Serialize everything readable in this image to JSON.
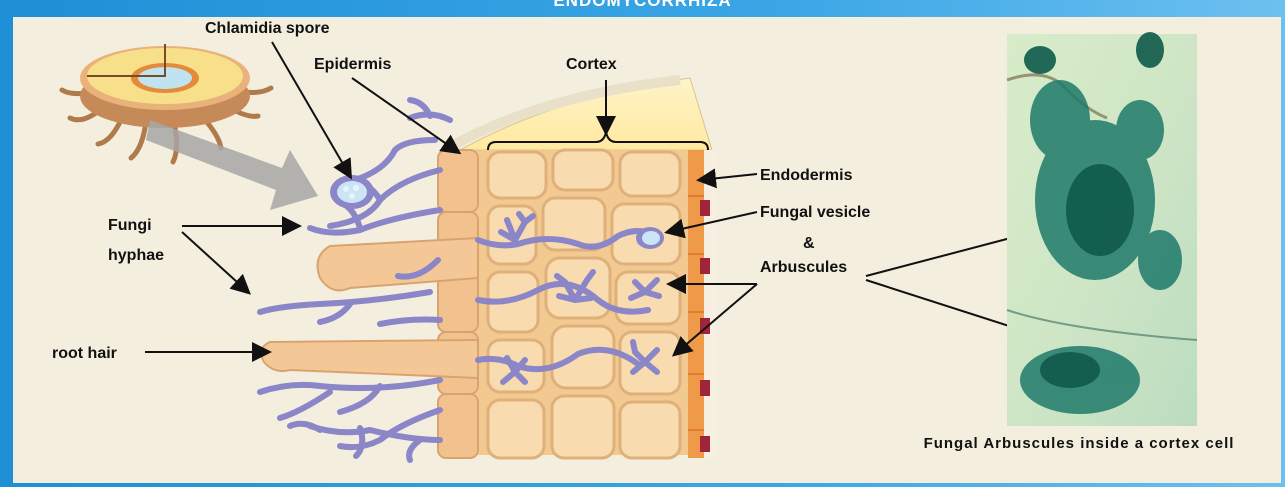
{
  "title": "ENDOMYCORRHIZA",
  "labels": {
    "chlamidia_spore": "Chlamidia spore",
    "epidermis": "Epidermis",
    "cortex": "Cortex",
    "endodermis": "Endodermis",
    "fungi_line1": "Fungi",
    "fungi_line2": "hyphae",
    "fungal_vesicle": "Fungal  vesicle",
    "ampersand": "&",
    "arbuscules": "Arbuscules",
    "root_hair": "root hair"
  },
  "micrograph_caption": "Fungal  Arbuscules  inside  a  cortex  cell",
  "colors": {
    "frame": "#2a9be0",
    "panel": "#f4eedf",
    "hyphae": "#8a86c8",
    "cell_fill": "#f9dbb0",
    "cell_stroke": "#e0b07a",
    "endodermis": "#e07a2a",
    "micrograph_bg": "#cfe5c2",
    "micrograph_stain": "#1f7a6a"
  }
}
